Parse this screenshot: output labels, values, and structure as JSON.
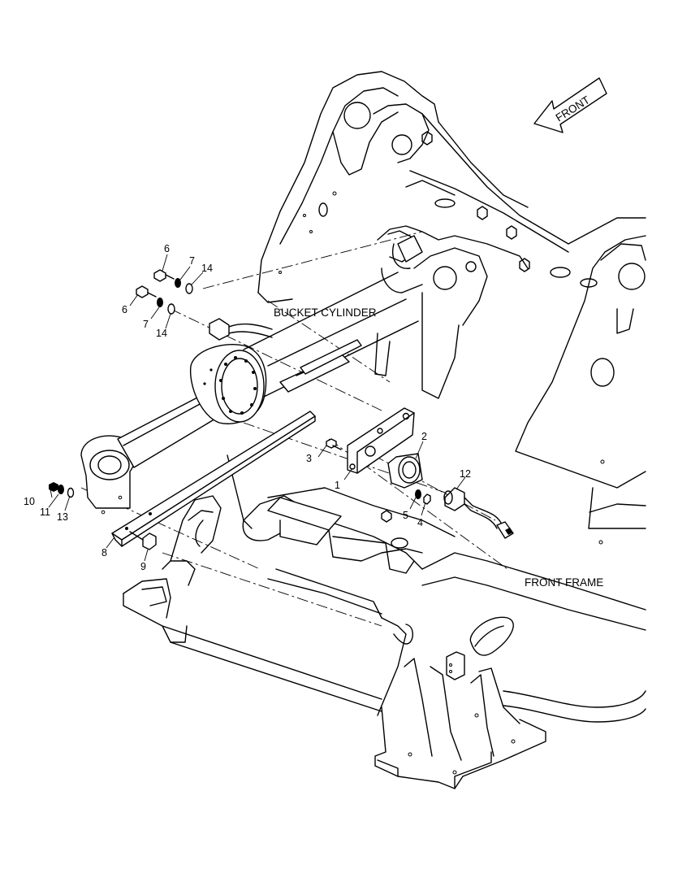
{
  "labels": {
    "bucket_cylinder": "BUCKET CYLINDER",
    "front_frame": "FRONT FRAME",
    "front_arrow": "FRONT"
  },
  "callouts": {
    "c1": "1",
    "c2": "2",
    "c3": "3",
    "c4": "4",
    "c5": "5",
    "c6a": "6",
    "c6b": "6",
    "c7a": "7",
    "c7b": "7",
    "c8": "8",
    "c9": "9",
    "c10": "10",
    "c11": "11",
    "c12": "12",
    "c13": "13",
    "c14a": "14",
    "c14b": "14"
  }
}
